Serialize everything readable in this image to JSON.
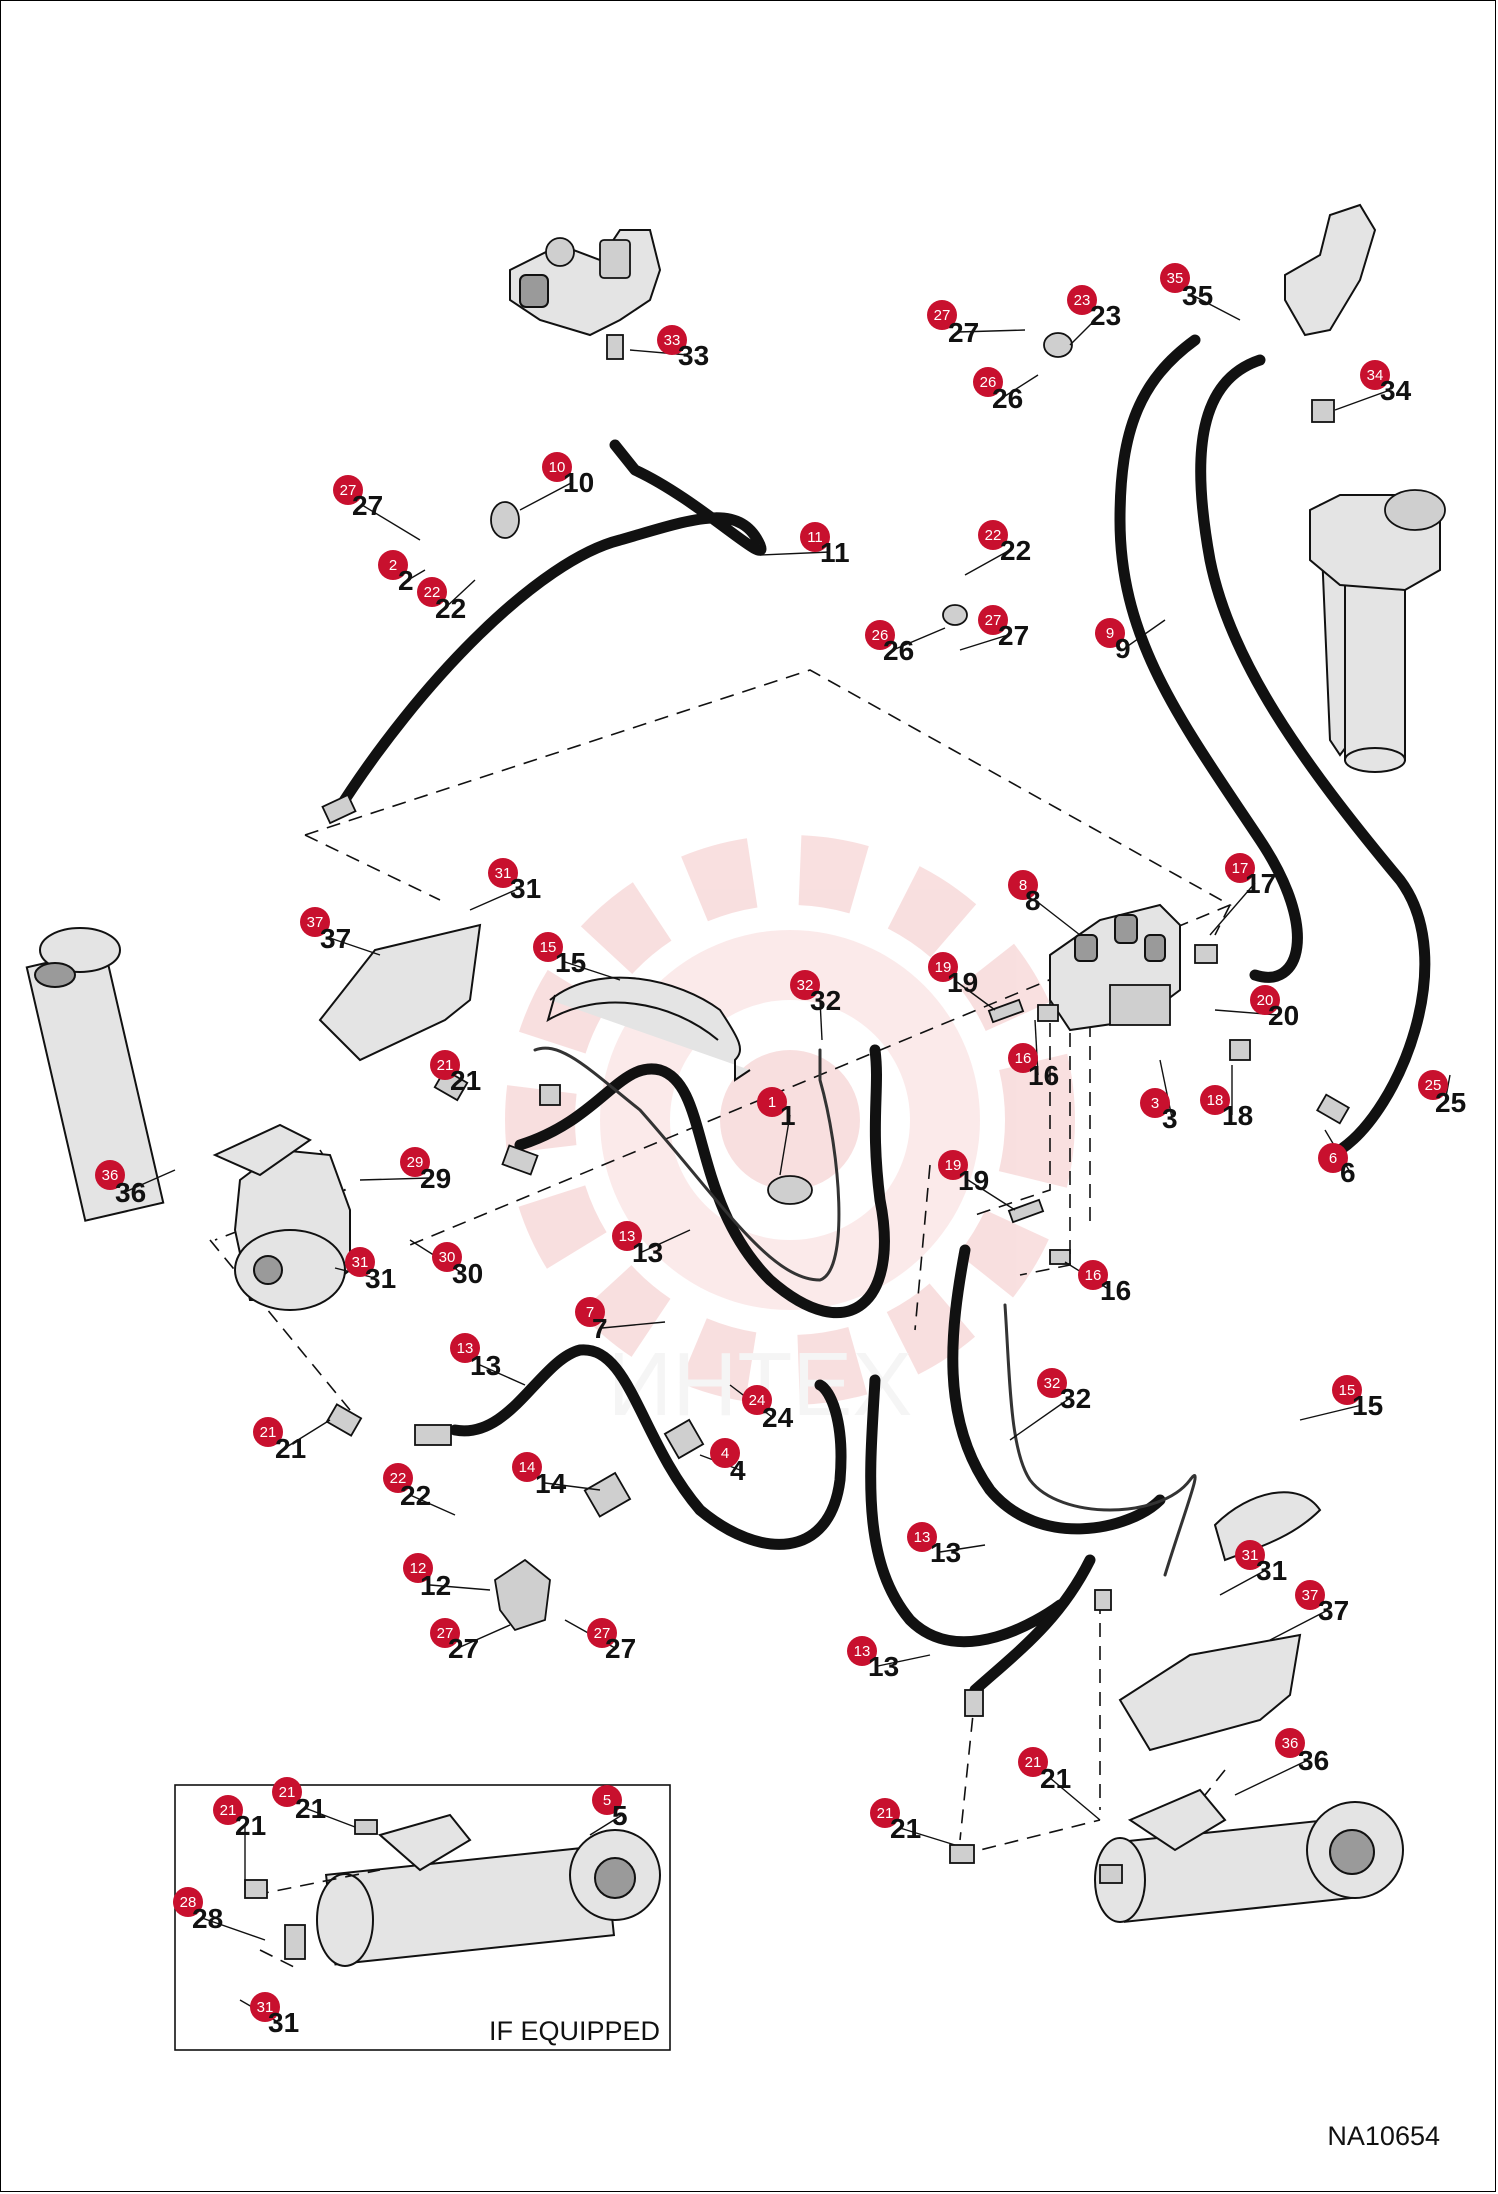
{
  "diagram": {
    "drawing_code": "NA10654",
    "inset_caption": "IF EQUIPPED",
    "badge_color": "#c8102e",
    "watermark_color": "#f4c6c6",
    "watermark_text": "ИНТЕХ"
  },
  "callouts": [
    {
      "id": "c1",
      "number": "1"
    },
    {
      "id": "c2",
      "number": "2"
    },
    {
      "id": "c3",
      "number": "3"
    },
    {
      "id": "c4",
      "number": "4"
    },
    {
      "id": "c5",
      "number": "5"
    },
    {
      "id": "c6",
      "number": "6"
    },
    {
      "id": "c7",
      "number": "7"
    },
    {
      "id": "c8",
      "number": "8"
    },
    {
      "id": "c9",
      "number": "9"
    },
    {
      "id": "c10",
      "number": "10"
    },
    {
      "id": "c11",
      "number": "11"
    },
    {
      "id": "c12",
      "number": "12"
    },
    {
      "id": "c13a",
      "number": "13"
    },
    {
      "id": "c13b",
      "number": "13"
    },
    {
      "id": "c13c",
      "number": "13"
    },
    {
      "id": "c13d",
      "number": "13"
    },
    {
      "id": "c14",
      "number": "14"
    },
    {
      "id": "c15a",
      "number": "15"
    },
    {
      "id": "c15b",
      "number": "15"
    },
    {
      "id": "c16a",
      "number": "16"
    },
    {
      "id": "c16b",
      "number": "16"
    },
    {
      "id": "c17",
      "number": "17"
    },
    {
      "id": "c18",
      "number": "18"
    },
    {
      "id": "c19a",
      "number": "19"
    },
    {
      "id": "c19b",
      "number": "19"
    },
    {
      "id": "c20",
      "number": "20"
    },
    {
      "id": "c21a",
      "number": "21"
    },
    {
      "id": "c21b",
      "number": "21"
    },
    {
      "id": "c21c",
      "number": "21"
    },
    {
      "id": "c21d",
      "number": "21"
    },
    {
      "id": "c21e",
      "number": "21"
    },
    {
      "id": "c21f",
      "number": "21"
    },
    {
      "id": "c22a",
      "number": "22"
    },
    {
      "id": "c22b",
      "number": "22"
    },
    {
      "id": "c22c",
      "number": "22"
    },
    {
      "id": "c23",
      "number": "23"
    },
    {
      "id": "c24",
      "number": "24"
    },
    {
      "id": "c25",
      "number": "25"
    },
    {
      "id": "c26a",
      "number": "26"
    },
    {
      "id": "c26b",
      "number": "26"
    },
    {
      "id": "c27a",
      "number": "27"
    },
    {
      "id": "c27b",
      "number": "27"
    },
    {
      "id": "c27c",
      "number": "27"
    },
    {
      "id": "c27d",
      "number": "27"
    },
    {
      "id": "c27e",
      "number": "27"
    },
    {
      "id": "c28",
      "number": "28"
    },
    {
      "id": "c29",
      "number": "29"
    },
    {
      "id": "c30",
      "number": "30"
    },
    {
      "id": "c31a",
      "number": "31"
    },
    {
      "id": "c31b",
      "number": "31"
    },
    {
      "id": "c31c",
      "number": "31"
    },
    {
      "id": "c31d",
      "number": "31"
    },
    {
      "id": "c32a",
      "number": "32"
    },
    {
      "id": "c32b",
      "number": "32"
    },
    {
      "id": "c33",
      "number": "33"
    },
    {
      "id": "c34",
      "number": "34"
    },
    {
      "id": "c35",
      "number": "35"
    },
    {
      "id": "c36a",
      "number": "36"
    },
    {
      "id": "c36b",
      "number": "36"
    },
    {
      "id": "c37a",
      "number": "37"
    },
    {
      "id": "c37b",
      "number": "37"
    }
  ]
}
